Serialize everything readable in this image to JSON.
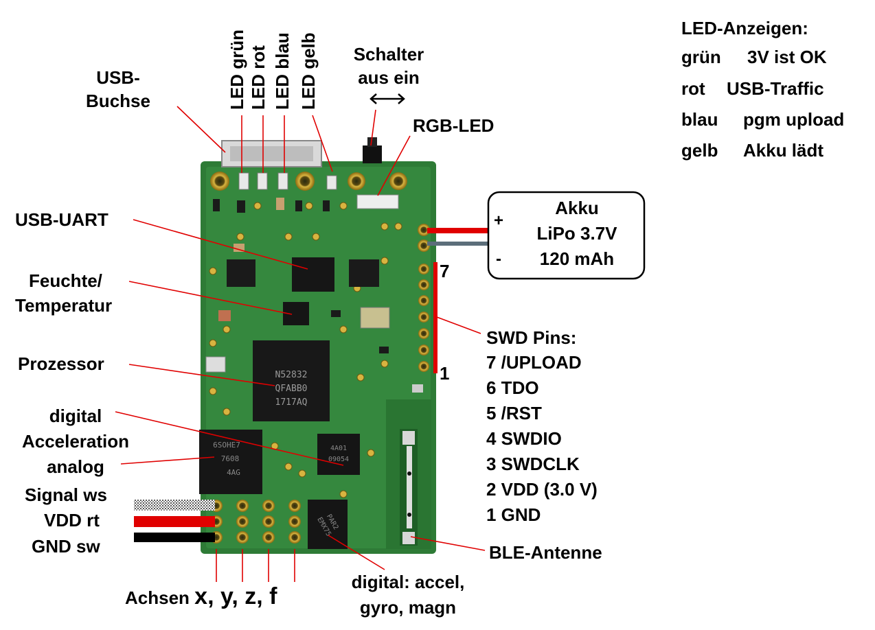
{
  "labels": {
    "usb_buchse": [
      "USB-",
      "Buchse"
    ],
    "led_gruen": "LED grün",
    "led_rot": "LED rot",
    "led_blau": "LED blau",
    "led_gelb": "LED gelb",
    "schalter": [
      "Schalter",
      "aus ein"
    ],
    "rgb_led": "RGB-LED",
    "usb_uart": "USB-UART",
    "feuchte": [
      "Feuchte/",
      "Temperatur"
    ],
    "prozessor": "Prozessor",
    "accel": [
      "digital",
      "Acceleration",
      "analog"
    ],
    "signal": "Signal ws",
    "vdd": "VDD rt",
    "gnd": "GND sw",
    "achsen_prefix": "Achsen",
    "achsen_axes": "x, y, z, f",
    "digital_sensors": [
      "digital: accel,",
      "gyro, magn"
    ],
    "ble": "BLE-Antenne"
  },
  "led_legend": {
    "title": "LED-Anzeigen:",
    "rows": [
      {
        "color": "grün",
        "meaning": "3V ist OK"
      },
      {
        "color": "rot",
        "meaning": "USB-Traffic"
      },
      {
        "color": "blau",
        "meaning": "pgm upload"
      },
      {
        "color": "gelb",
        "meaning": "Akku lädt"
      }
    ]
  },
  "battery": {
    "title": "Akku",
    "type": "LiPo 3.7V",
    "capacity": "120 mAh",
    "plus": "+",
    "minus": "-"
  },
  "swd": {
    "title": "SWD Pins:",
    "top_num": "7",
    "bottom_num": "1",
    "pins": [
      "7 /UPLOAD",
      "6 TDO",
      "5 /RST",
      "4 SWDIO",
      "3 SWDCLK",
      "2 VDD (3.0 V)",
      "1 GND"
    ]
  },
  "chips": {
    "processor": [
      "N52832",
      "QFABB0",
      "1717AQ"
    ],
    "accel": [
      "6SOHE7",
      "7608",
      "4AG"
    ],
    "imu": [
      "4A01",
      "09054"
    ],
    "mag": [
      "PAR2",
      "EMX75"
    ]
  },
  "colors": {
    "pcb": "#2f7f3a",
    "pcb_dark": "#1f5f28",
    "gold": "#c9a227",
    "red": "#e00000",
    "wire_gray": "#5c6e7a",
    "black": "#000000"
  }
}
